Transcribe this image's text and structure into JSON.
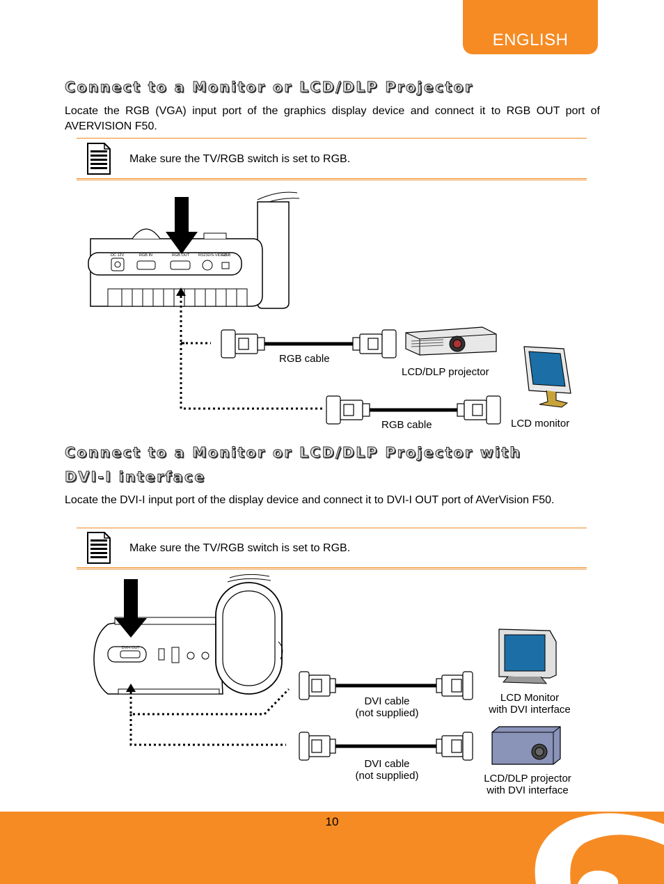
{
  "header": {
    "language_tab": "ENGLISH"
  },
  "section1": {
    "title": "Connect to a Monitor or LCD/DLP Projector",
    "body": "Locate the RGB (VGA) input port of the graphics display device and connect it to RGB OUT port of AVERVISION F50.",
    "note": "Make sure the TV/RGB switch is set to RGB.",
    "figure": {
      "port_labels": [
        "DC 12V",
        "RGB IN",
        "RGB OUT",
        "RS232/S-VIDEO",
        "USB"
      ],
      "cable_label_1": "RGB cable",
      "device_label_1": "LCD/DLP projector",
      "cable_label_2": "RGB cable",
      "device_label_2": "LCD monitor"
    }
  },
  "section2": {
    "title_line1": "Connect to a Monitor or LCD/DLP Projector with",
    "title_line2": "DVI-I interface",
    "body": "Locate the DVI-I input port of the display device and connect it to DVI-I OUT port of AVerVision F50.",
    "note": "Make sure the TV/RGB switch is set to RGB.",
    "figure": {
      "port_label": "DVI-I OUT",
      "cable_label_1_line1": "DVI cable",
      "cable_label_1_line2": "(not supplied)",
      "device_label_1_line1": "LCD Monitor",
      "device_label_1_line2": "with DVI interface",
      "cable_label_2_line1": "DVI cable",
      "cable_label_2_line2": "(not supplied)",
      "device_label_2_line1": "LCD/DLP projector",
      "device_label_2_line2": "with DVI interface"
    }
  },
  "footer": {
    "page_number": "10"
  },
  "colors": {
    "accent": "#f68b24",
    "rule": "#f08a24"
  },
  "icons": [
    "note-icon",
    "arrow-down-icon",
    "arrow-up-icon",
    "rgb-connector-icon",
    "dvi-connector-icon",
    "projector-icon",
    "lcd-monitor-icon",
    "brand-logo-icon"
  ]
}
